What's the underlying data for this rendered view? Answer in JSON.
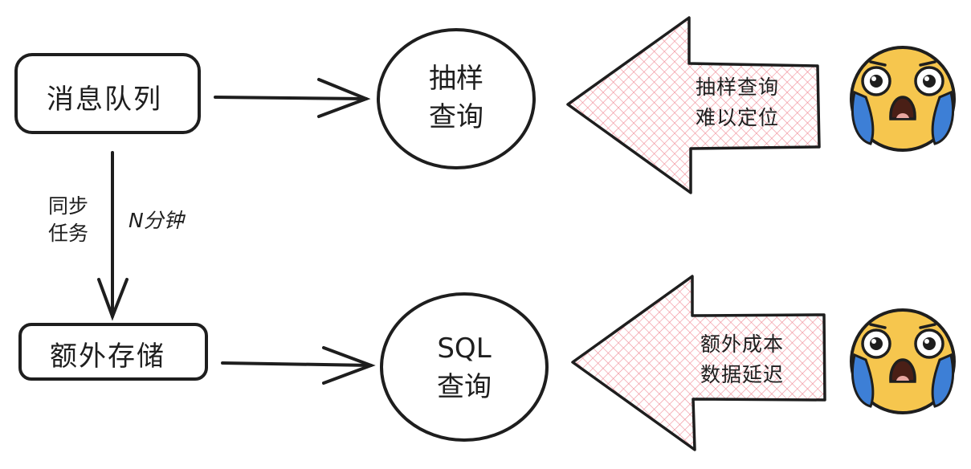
{
  "nodes": {
    "message_queue": "消息队列",
    "extra_storage": "额外存储",
    "sample_query": [
      "抽样",
      "查询"
    ],
    "sql_query": [
      "SQL",
      "查询"
    ]
  },
  "edges": {
    "sync_task": [
      "同步",
      "任务"
    ],
    "interval": "N分钟"
  },
  "callouts": {
    "top": [
      "抽样查询",
      "难以定位"
    ],
    "bottom": [
      "额外成本",
      "数据延迟"
    ]
  },
  "icons": {
    "top": "crying-face-icon",
    "bottom": "crying-face-icon"
  },
  "colors": {
    "stroke": "#1e1e1e",
    "callout_fill": "#f7b7bd",
    "face_fill": "#f6c64e",
    "tear": "#3d7fd6"
  }
}
